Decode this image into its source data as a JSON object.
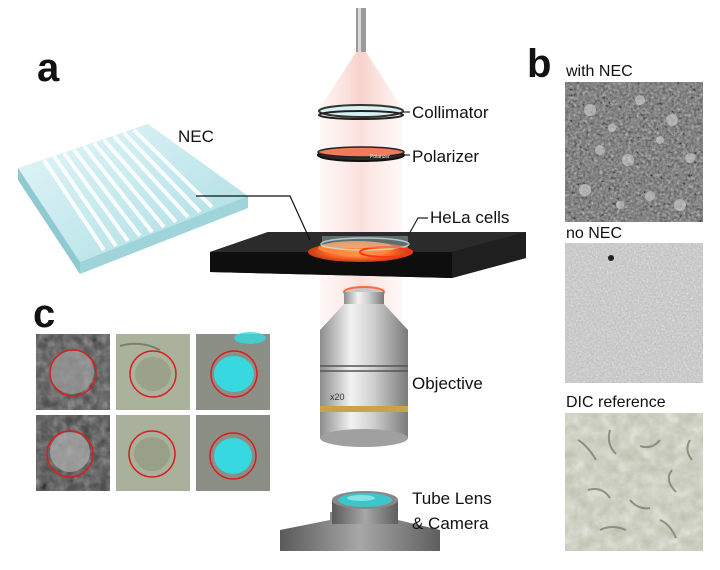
{
  "figure": {
    "panel_letters": [
      "a",
      "b",
      "c"
    ],
    "optics_labels": {
      "collimator": "Collimator",
      "polarizer": "Polarizer",
      "polarizer_marking": "Polarizer",
      "sample": "HeLa cells",
      "objective": "Objective",
      "objective_marking": "x20",
      "tube_lens_line1": "Tube Lens",
      "tube_lens_line2": "& Camera"
    },
    "nec_label": "NEC",
    "panel_b_labels": [
      "with NEC",
      "no NEC",
      "DIC reference"
    ]
  },
  "colors": {
    "beam": "#f7c8c0",
    "nec_glass": "#bfe6ea",
    "stage": "#1c1c1c",
    "sample_glow": "#ff5a22",
    "objective_band": "#c9a24a",
    "cell_circle": "#d62020",
    "nucleus_cyan": "#38d8e0",
    "tube_lens_cyan": "#3cc6cc"
  }
}
